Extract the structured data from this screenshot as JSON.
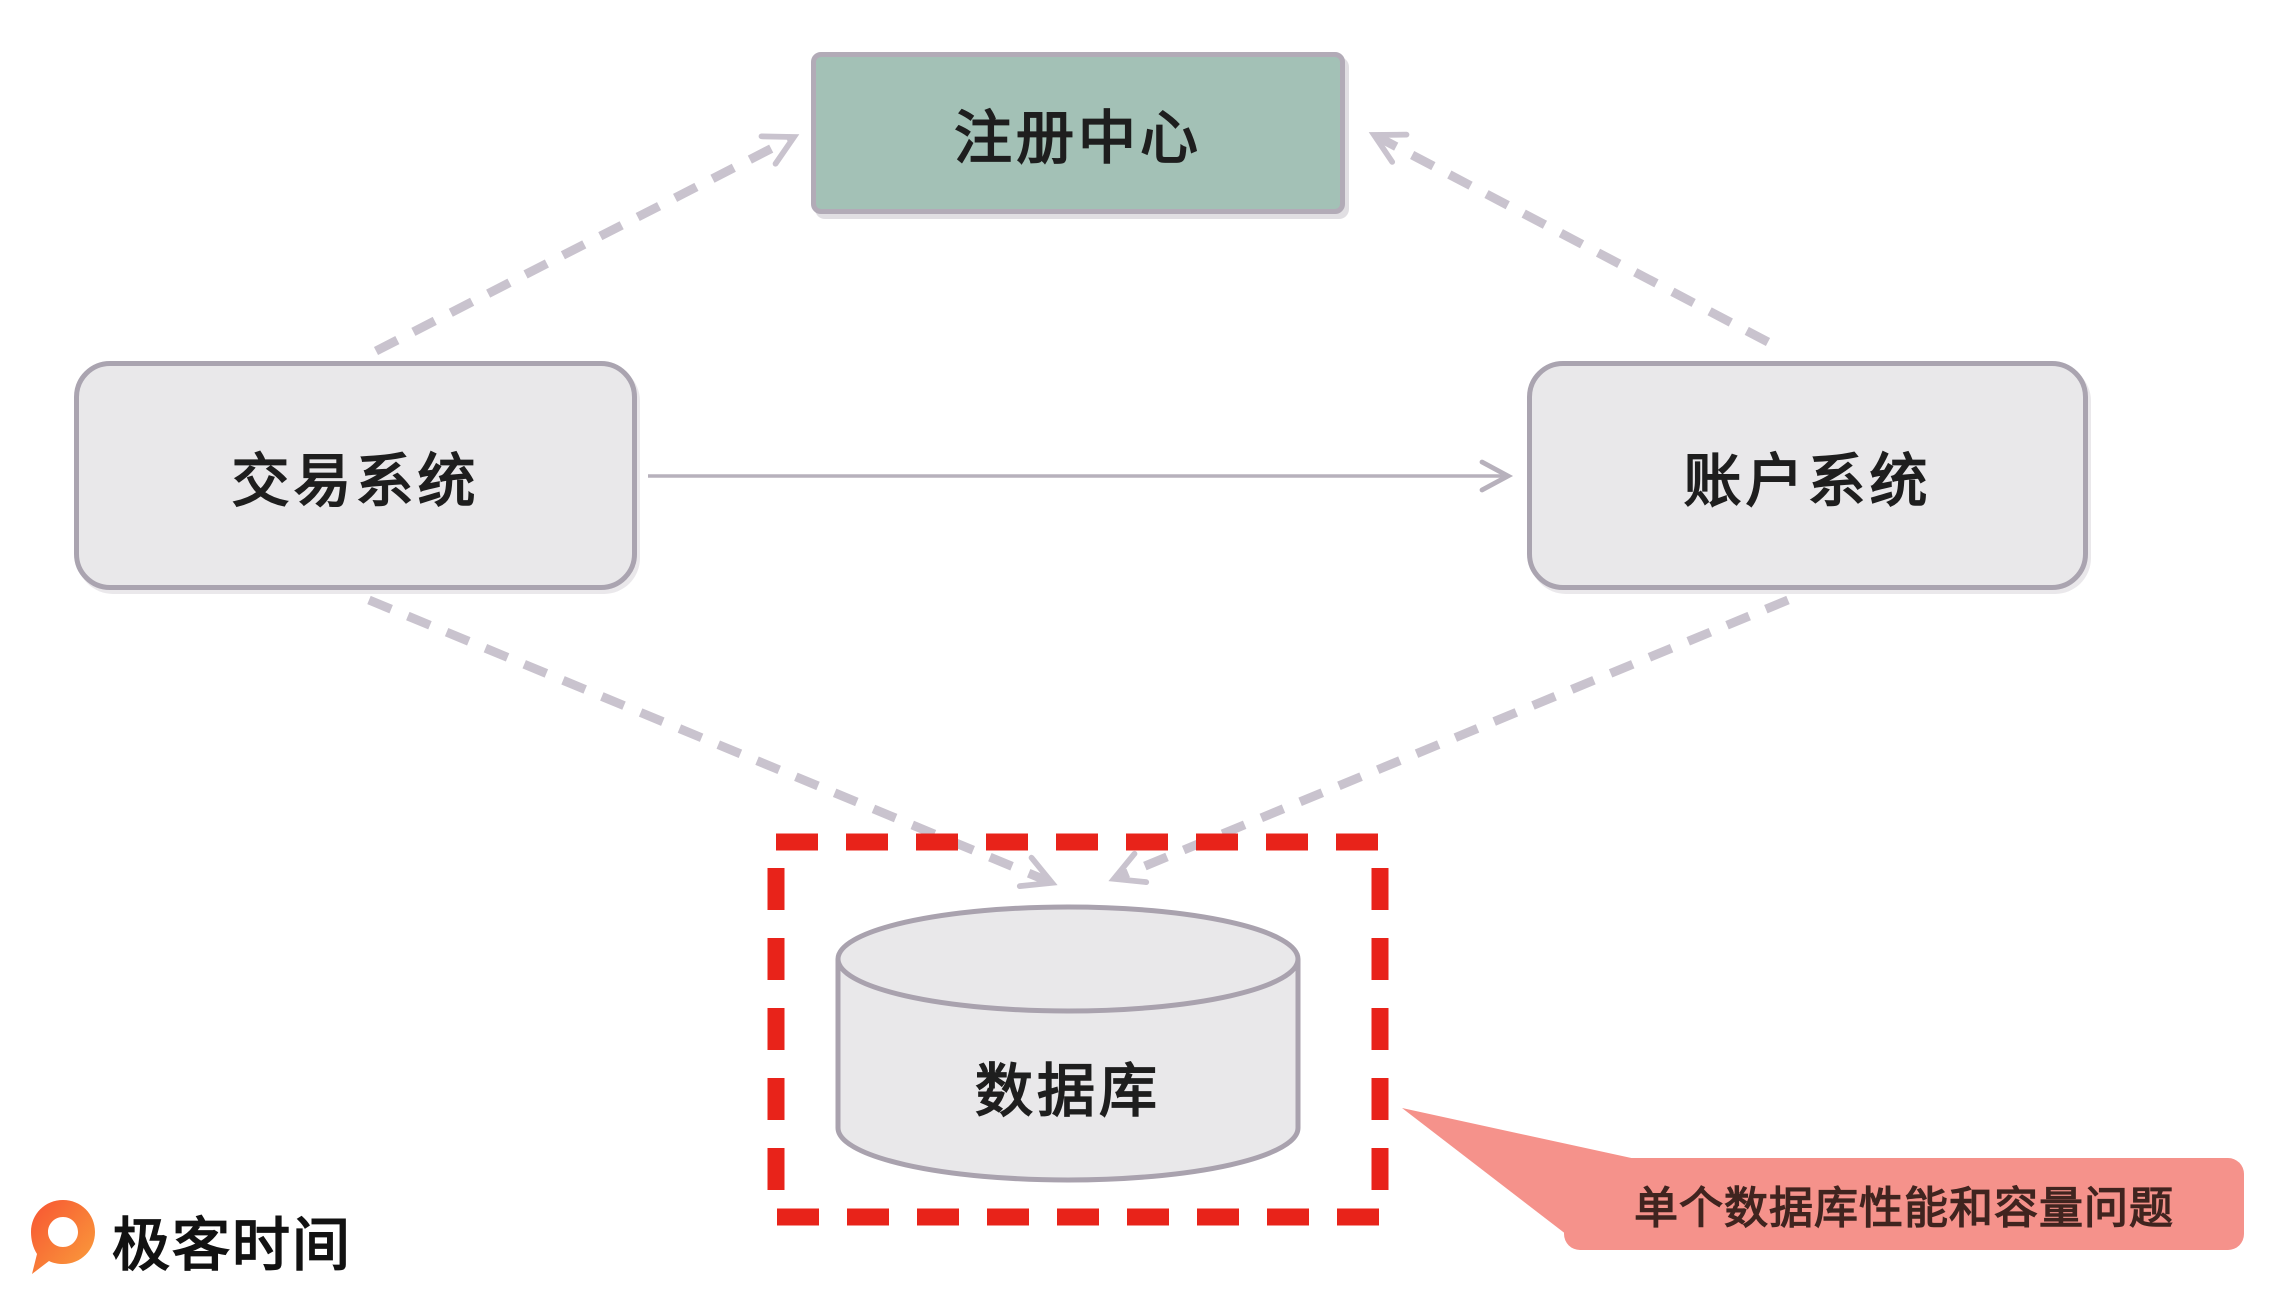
{
  "diagram": {
    "title": "service-architecture-diagram",
    "nodes": {
      "registry": {
        "label": "注册中心"
      },
      "trading": {
        "label": "交易系统"
      },
      "account": {
        "label": "账户系统"
      },
      "database": {
        "label": "数据库"
      }
    },
    "edges": [
      {
        "from": "trading",
        "to": "registry",
        "style": "dashed"
      },
      {
        "from": "account",
        "to": "registry",
        "style": "dashed"
      },
      {
        "from": "trading",
        "to": "account",
        "style": "solid"
      },
      {
        "from": "trading",
        "to": "database",
        "style": "dashed"
      },
      {
        "from": "account",
        "to": "database",
        "style": "dashed"
      }
    ],
    "highlight": {
      "shape": "dashed-rectangle",
      "around": "database"
    },
    "callout": {
      "text": "单个数据库性能和容量问题"
    },
    "logo": {
      "icon": "geektime-logo-icon",
      "text": "极客时间"
    },
    "colors": {
      "registry_fill": "#a3c1b6",
      "node_fill": "#e9e8ea",
      "node_border": "#aaa4b0",
      "arrow_dashed": "#c9c3ce",
      "arrow_solid": "#b7b1bc",
      "highlight_red": "#e8231a",
      "callout_fill": "#f5928b",
      "callout_text": "#40241f",
      "logo_orange": "#f78b2d"
    }
  }
}
